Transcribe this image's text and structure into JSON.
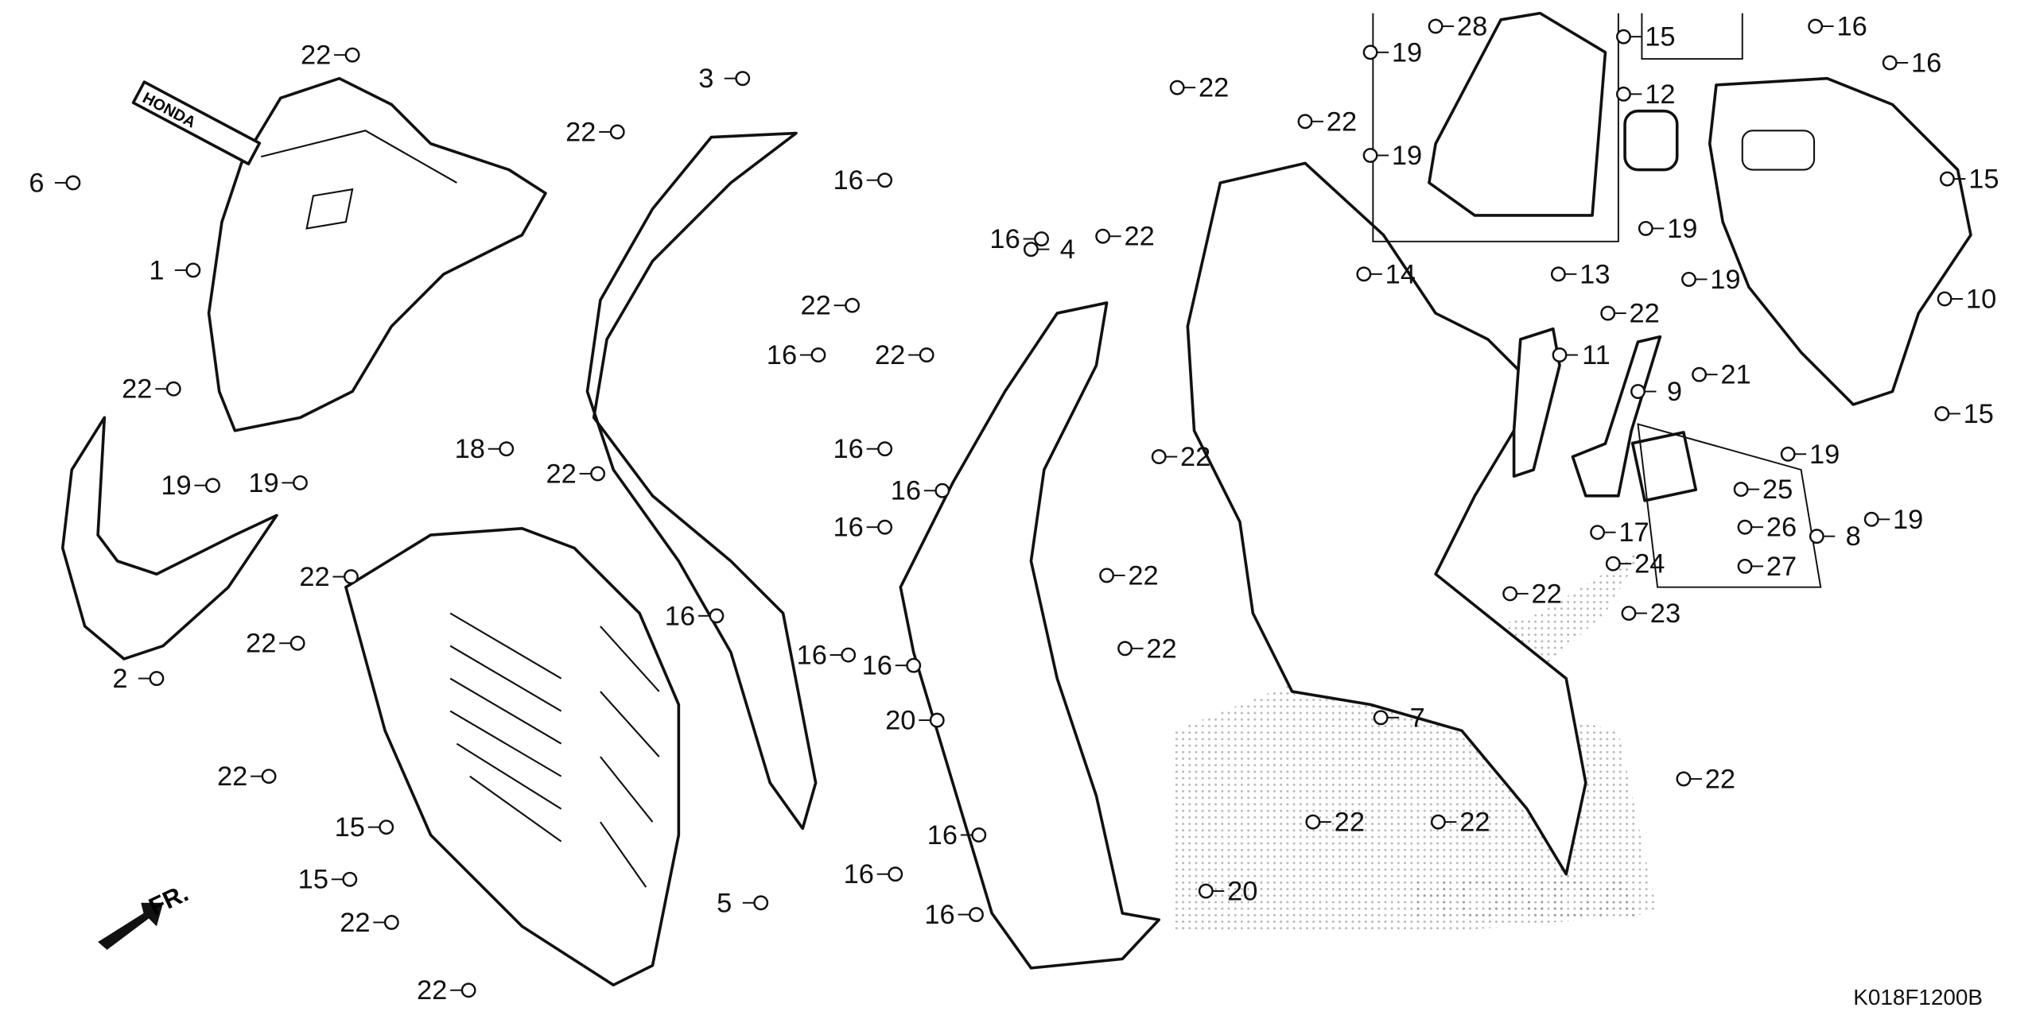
{
  "diagram_code": "K018F1200B",
  "front_arrow_label": "FR.",
  "emblem_text": "HONDA",
  "watermark_text": "HONDA",
  "callouts": [
    "22",
    "22",
    "6",
    "1",
    "3",
    "16",
    "22",
    "16",
    "4",
    "22",
    "16",
    "16",
    "16",
    "16",
    "16",
    "16",
    "16",
    "20",
    "16",
    "16",
    "16",
    "20",
    "22",
    "19",
    "19",
    "22",
    "2",
    "22",
    "22",
    "18",
    "22",
    "15",
    "15",
    "22",
    "5",
    "22",
    "22",
    "22",
    "22",
    "22",
    "22",
    "22",
    "22",
    "22",
    "22",
    "7",
    "22",
    "19",
    "28",
    "19",
    "15",
    "12",
    "16",
    "16",
    "19",
    "14",
    "13",
    "22",
    "11",
    "9",
    "15",
    "10",
    "19",
    "21",
    "15",
    "19",
    "25",
    "26",
    "8",
    "27",
    "17",
    "24",
    "23",
    "19"
  ]
}
